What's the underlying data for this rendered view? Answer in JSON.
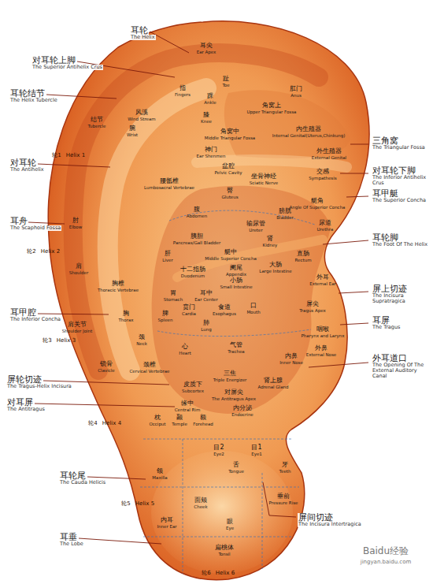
{
  "diagram": {
    "labels": [
      "耳轮",
      "The Helix",
      "耳尖",
      "Ear Apex",
      "对耳轮上脚",
      "The Superior Antihelix Crus",
      "耳轮结节",
      "The Helix Tubercle",
      "趾",
      "Toe",
      "指",
      "Fingers",
      "踝",
      "Ankle",
      "膝",
      "Knee",
      "肛门",
      "Anus",
      "角窝上",
      "Upper Triangular Fossa",
      "风溪",
      "Wind Stream",
      "结节",
      "Tubercle",
      "腕",
      "Wrist",
      "内生殖器",
      "Internal Genital(Uterus,Chinkung)",
      "角窝中",
      "Middle Triangular Fossa",
      "三角窝",
      "The Triangular Fossa",
      "外生殖器",
      "External Genital",
      "神门",
      "Ear Shenmen",
      "轮1",
      "Helix 1",
      "对耳轮",
      "The Antihelix",
      "交感",
      "Sympathesis",
      "对耳轮下脚",
      "The Inferior Antihelix Crus",
      "盆腔",
      "Pelvic Cavity",
      "坐骨神经",
      "Sciatic Nerve",
      "腰骶椎",
      "Lumbosacral Vertebrae",
      "臀",
      "Gluteus",
      "耳甲艇",
      "The Superior Concha",
      "艇角",
      "Angle Of Superior Concha",
      "腹",
      "Abdomen",
      "膀胱",
      "Bladder",
      "输尿管",
      "Ureter",
      "尿道",
      "Urethra",
      "耳舟",
      "The Scaphoid Fossa",
      "肘",
      "Elbow",
      "胰胆",
      "Pancreas/Gall Bladder",
      "肾",
      "Kidney",
      "耳轮脚",
      "The Foot Of The Helix",
      "直肠",
      "Rectum",
      "轮2",
      "Helix 2",
      "肝",
      "Liver",
      "艇中",
      "Middle Superior Concha",
      "大肠",
      "Large Intestine",
      "阑尾",
      "Appendix",
      "肩",
      "Shoulder",
      "十二指肠",
      "Duodenum",
      "小肠",
      "Small Intestine",
      "外耳",
      "External Ear",
      "屏上切迹",
      "The Incisura Supratragica",
      "胸椎",
      "Thoracic Vertebrae",
      "胃",
      "Stomach",
      "耳中",
      "Ear Center",
      "贲门",
      "Cardia",
      "食道",
      "Esophagus",
      "口",
      "Mouth",
      "屏尖",
      "Tragus Apex",
      "耳甲腔",
      "The Inferior Concha",
      "胸",
      "Thorax",
      "脾",
      "Spleen",
      "肺",
      "Lung",
      "耳屏",
      "The Tragus",
      "肩关节",
      "Shoulder Joint",
      "咽喉",
      "Pharynx and Larynx",
      "轮3",
      "Helix 3",
      "颈",
      "Neck",
      "心",
      "Heart",
      "气管",
      "Trachea",
      "外鼻",
      "External Nose",
      "外耳道口",
      "The Opening Of The External Auditory Canal",
      "内鼻",
      "Inner Nose",
      "屏轮切迹",
      "The Tragus-Helix Incisura",
      "锁骨",
      "Clavicle",
      "颈椎",
      "Cervical Vertebrae",
      "三焦",
      "Triple Energizer",
      "肾上腺",
      "Adrenal Gland",
      "皮质下",
      "Subcortex",
      "对屏尖",
      "The Antitragus Apex",
      "对耳屏",
      "The Antitragus",
      "缘中",
      "Central Rim",
      "内分泌",
      "Endocrine",
      "轮4",
      "Helix 4",
      "枕",
      "Occiput",
      "颞",
      "Temple",
      "额",
      "Forehead",
      "目2",
      "Eye2",
      "目1",
      "Eye1",
      "舌",
      "Tongue",
      "牙",
      "Teeth",
      "颌",
      "Maxilla",
      "耳轮尾",
      "The Cauda Helicis",
      "轮5",
      "Helix 5",
      "面颊",
      "Cheek",
      "垂前",
      "Pressure Rise",
      "内耳",
      "Inner Ear",
      "眼",
      "Eye",
      "屏间切迹",
      "The Incisura Intertragica",
      "耳垂",
      "The Lobe",
      "扁桃体",
      "Tonsil",
      "轮6",
      "Helix 6",
      "Baidu经验",
      "jingyan.baidu.com"
    ]
  }
}
